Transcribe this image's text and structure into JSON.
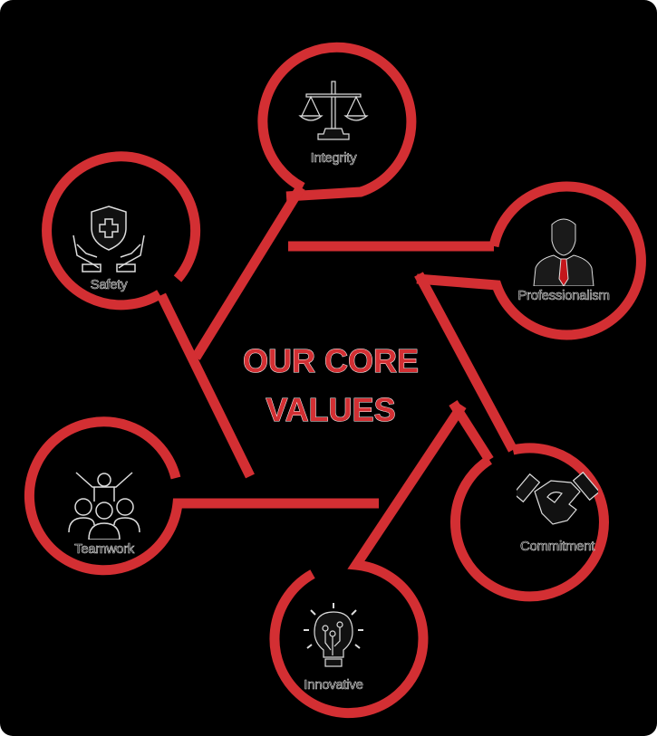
{
  "diagram": {
    "title_line1": "OUR CORE",
    "title_line2": "VALUES",
    "colors": {
      "background": "#000000",
      "accent_red": "#d32f33",
      "icon_fill": "#111111",
      "tie_red": "#c4161c"
    },
    "values": [
      {
        "label": "Integrity",
        "icon": "scales-of-justice-icon"
      },
      {
        "label": "Professionalism",
        "icon": "businessman-icon"
      },
      {
        "label": "Commitment",
        "icon": "handshake-icon"
      },
      {
        "label": "Innovative",
        "icon": "lightbulb-circuit-icon"
      },
      {
        "label": "Teamwork",
        "icon": "team-people-icon"
      },
      {
        "label": "Safety",
        "icon": "shield-hands-icon"
      }
    ]
  }
}
